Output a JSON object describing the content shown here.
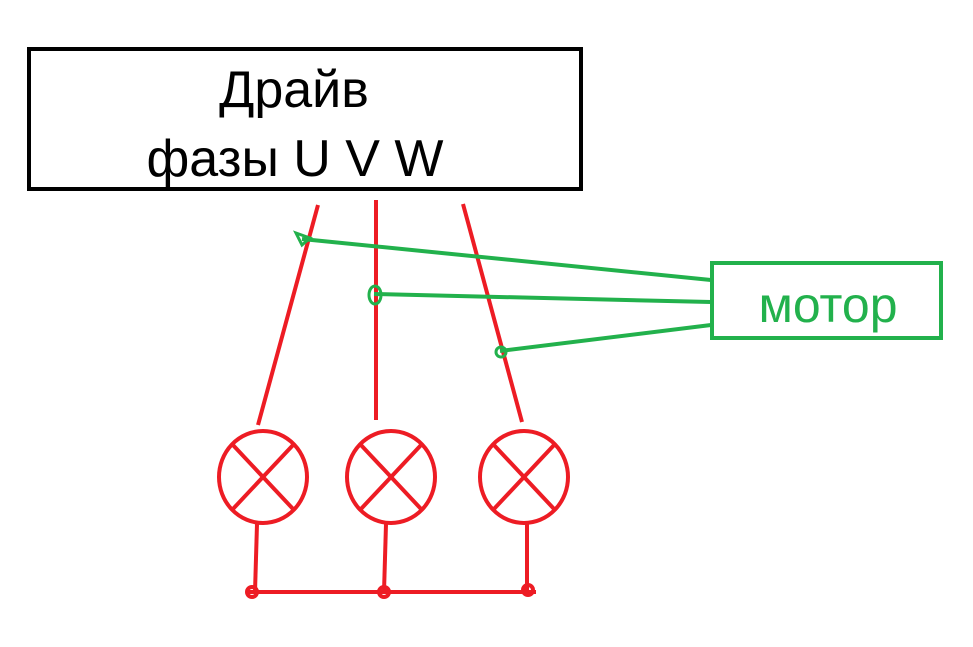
{
  "driver": {
    "line1": "Драйв",
    "line2": "фазы U V W"
  },
  "motor": {
    "label": "мотор"
  },
  "colors": {
    "driver": "#000000",
    "phases": "#ed1c24",
    "motor": "#22b14c"
  },
  "lamps": [
    {
      "name": "lamp-u",
      "icon": "lamp-icon"
    },
    {
      "name": "lamp-v",
      "icon": "lamp-icon"
    },
    {
      "name": "lamp-w",
      "icon": "lamp-icon"
    }
  ]
}
